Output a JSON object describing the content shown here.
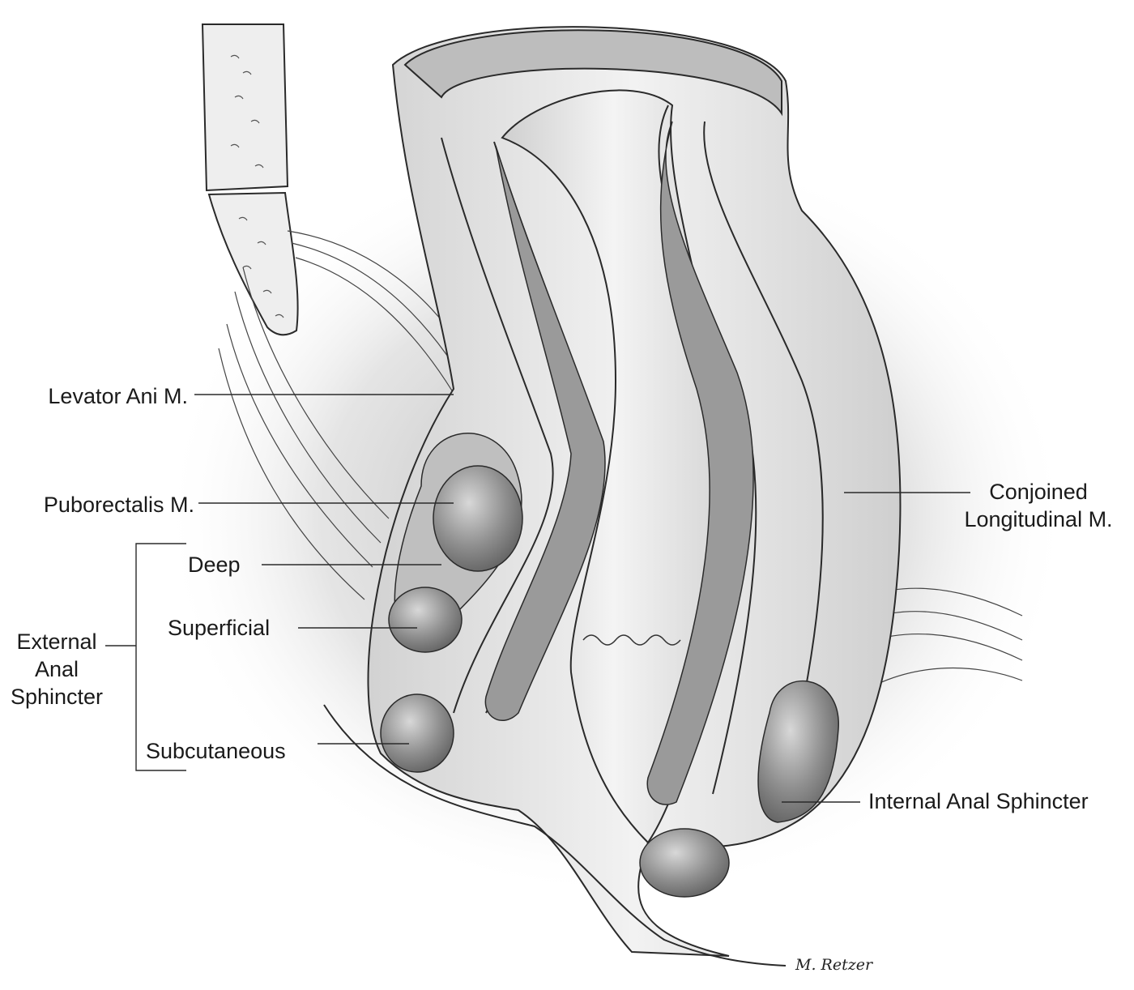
{
  "labels": {
    "levator": "Levator Ani M.",
    "puborectalis": "Puborectalis M.",
    "deep": "Deep",
    "superficial": "Superficial",
    "subcutaneous": "Subcutaneous",
    "external_line1": "External",
    "external_line2": "Anal",
    "external_line3": "Sphincter",
    "conjoined_line1": "Conjoined",
    "conjoined_line2": "Longitudinal M.",
    "internal": "Internal Anal Sphincter"
  },
  "signature": "M. Retzer",
  "colors": {
    "line": "#2a2a2a",
    "muscle_dark": "#6e6e6e",
    "muscle_mid": "#a9a9a9",
    "tissue_light": "#e6e6e6",
    "shadow": "#bdbdbd"
  }
}
